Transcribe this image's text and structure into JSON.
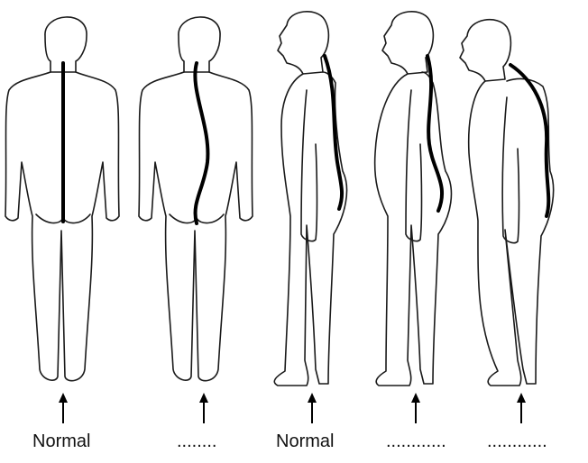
{
  "figures": [
    {
      "id": "fig1",
      "view": "back",
      "label": "Normal"
    },
    {
      "id": "fig2",
      "view": "back",
      "label": "........"
    },
    {
      "id": "fig3",
      "view": "side",
      "label": "Normal"
    },
    {
      "id": "fig4",
      "view": "side",
      "label": "............"
    },
    {
      "id": "fig5",
      "view": "side",
      "label": "............"
    }
  ]
}
